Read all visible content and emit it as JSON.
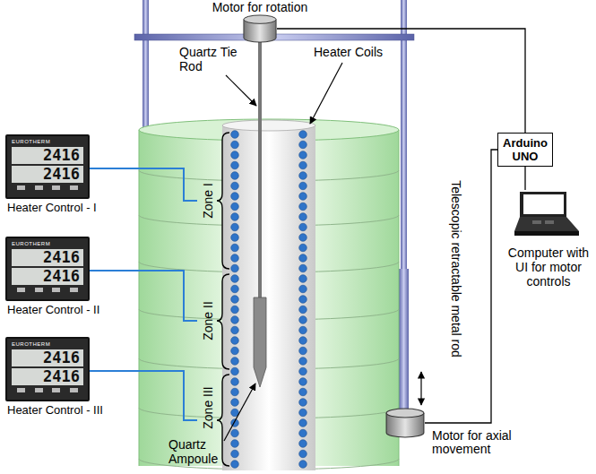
{
  "diagram": {
    "nodes": [
      {
        "text": [
          "Motor for rotation"
        ]
      },
      {
        "text": [
          "Arduino UNO"
        ]
      },
      {
        "text": [
          "Computer with UI for motor controls"
        ]
      },
      {
        "text": [
          "Motor for axial movement"
        ]
      },
      {
        "text": [
          "EUROTHERM",
          "2416",
          "2416",
          "Heater Control - I"
        ]
      },
      {
        "text": [
          "EUROTHERM",
          "2416",
          "2416",
          "Heater Control - II"
        ]
      },
      {
        "text": [
          "EUROTHERM",
          "2416",
          "2416",
          "Heater Control - III"
        ]
      }
    ],
    "edges": [
      {
        "from": 0,
        "to": 1,
        "arrow": "none"
      },
      {
        "from": 3,
        "to": 1,
        "arrow": "none"
      },
      {
        "from": 1,
        "to": 2,
        "arrow": "none"
      }
    ],
    "labels": [
      "Quartz Tie Rod",
      "Heater Coils",
      "Zone I",
      "Zone II",
      "Zone III",
      "Quartz Ampoule",
      "Telescopic retractable metal rod"
    ]
  }
}
